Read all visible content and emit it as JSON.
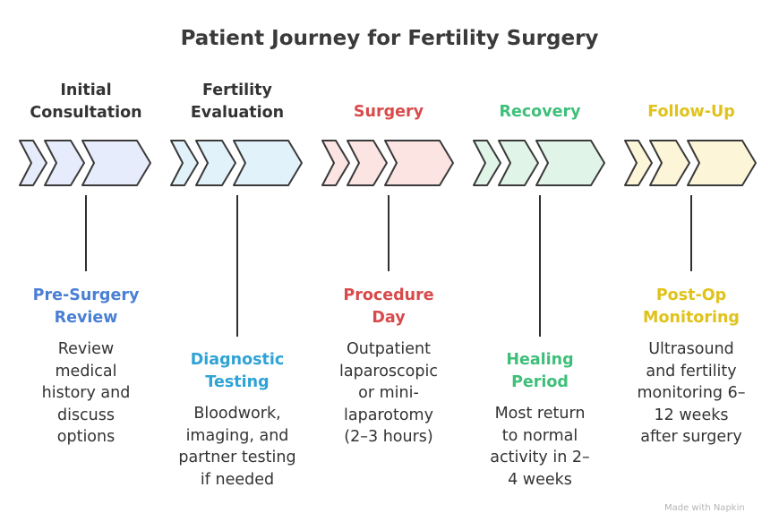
{
  "title": "Patient Journey for Fertility Surgery",
  "stages": [
    {
      "label": "Initial\nConsultation",
      "color": "#333333",
      "chevron_fill": "#e6ecfb",
      "detail_title": "Pre-Surgery\nReview",
      "detail_color": "#4a7fd4",
      "detail_desc": "Review\nmedical\nhistory and\ndiscuss\noptions"
    },
    {
      "label": "Fertility\nEvaluation",
      "color": "#333333",
      "chevron_fill": "#e2f2fb",
      "detail_title": "Diagnostic\nTesting",
      "detail_color": "#2fa3d6",
      "detail_desc": "Bloodwork,\nimaging, and\npartner testing\nif needed"
    },
    {
      "label": "Surgery",
      "color": "#d94a4a",
      "chevron_fill": "#fbe4e2",
      "detail_title": "Procedure\nDay",
      "detail_color": "#d94a4a",
      "detail_desc": "Outpatient\nlaparoscopic\nor mini-\nlaparotomy\n(2–3 hours)"
    },
    {
      "label": "Recovery",
      "color": "#3fbf7a",
      "chevron_fill": "#e0f5e8",
      "detail_title": "Healing\nPeriod",
      "detail_color": "#3fbf7a",
      "detail_desc": "Most return\nto normal\nactivity in 2–\n4 weeks"
    },
    {
      "label": "Follow-Up",
      "color": "#e0c21a",
      "chevron_fill": "#fcf5d8",
      "detail_title": "Post-Op\nMonitoring",
      "detail_color": "#e0c21a",
      "detail_desc": "Ultrasound\nand fertility\nmonitoring 6–\n12 weeks\nafter surgery"
    }
  ],
  "credit": "Made with Napkin"
}
